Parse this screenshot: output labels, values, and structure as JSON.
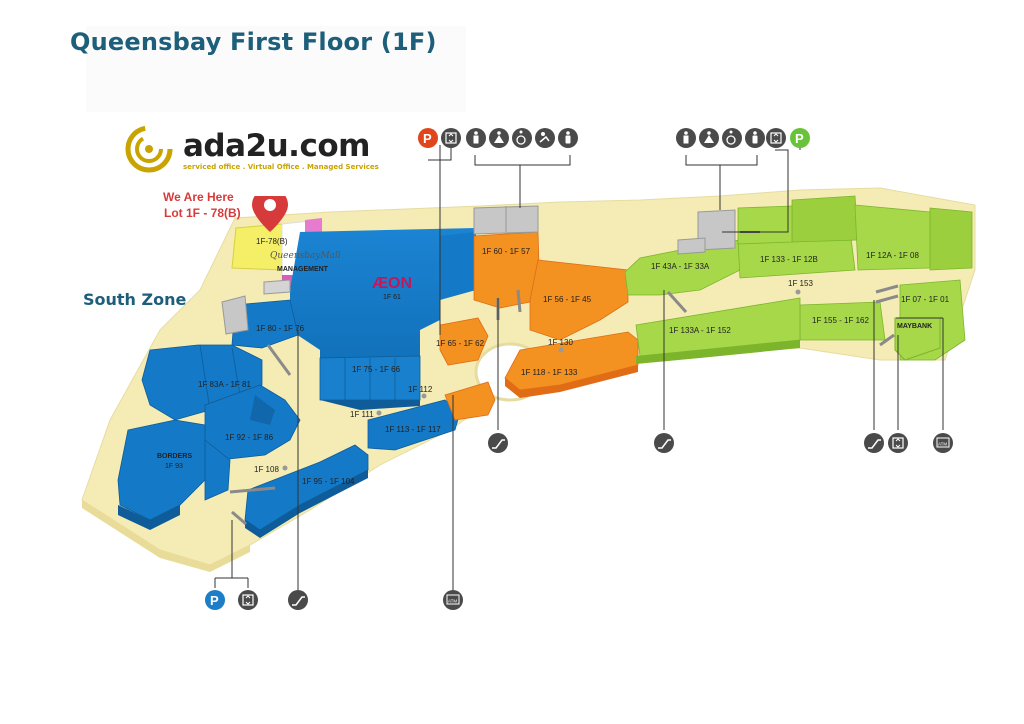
{
  "page": {
    "title": "Queensbay First Floor (1F)",
    "zone_label": "South Zone"
  },
  "brand": {
    "name": "ada2u.com",
    "tagline": "serviced office . Virtual Office . Managed Services",
    "marker_line1": "We Are Here",
    "marker_line2": "Lot 1F - 78(B)",
    "logo_color": "#c9a400"
  },
  "colors": {
    "floor": "#f4ecb4",
    "blue": "#1479c6",
    "blue_dark": "#0e5c99",
    "orange": "#f39121",
    "orange_dark": "#e06c15",
    "green": "#a6d84a",
    "green_dark": "#7cb52c",
    "grey": "#c7c7c7",
    "pink": "#e77bd0",
    "yellow": "#f4ef67",
    "marker": "#d73a3a",
    "icon_dark": "#4a4a4a",
    "parking_blue": "#1d7ec7",
    "parking_red": "#e0451b",
    "parking_green": "#68c23a"
  },
  "labels": {
    "lot_78b": "1F-78(B)",
    "queensbay_script": "QueensbayMall",
    "management": "MANAGEMENT",
    "aeon": "ÆON",
    "aeon_unit": "1F 61",
    "u60_57": "1F 60 - 1F 57",
    "u56_45": "1F 56 - 1F 45",
    "u43a_33a": "1F 43A - 1F 33A",
    "u133_12b": "1F 133 - 1F 12B",
    "u12a_08": "1F 12A - 1F 08",
    "u153": "1F 153",
    "u07_01": "1F 07 - 1F 01",
    "maybank": "MAYBANK",
    "u155_162": "1F 155 - 1F 162",
    "u133a_152": "1F 133A - 1F 152",
    "u130": "1F 130",
    "u118_133": "1F 118 - 1F 133",
    "u65_62": "1F 65 - 1F 62",
    "u112": "1F 112",
    "u75_66": "1F 75 - 1F 66",
    "u111": "1F 111",
    "u113_117": "1F 113 - 1F 117",
    "u80_76": "1F 80 - 1F 76",
    "u83a_81": "1F 83A - 1F 81",
    "u92_86": "1F 92 - 1F 86",
    "borders": "BORDERS",
    "borders_unit": "1F 93",
    "u108": "1F 108",
    "u95_104": "1F 95 - 1F 104",
    "parking_letter": "P",
    "atm": "ATM"
  },
  "legend_icons": {
    "top_center": [
      "parking-red-icon",
      "lift-icon",
      "toilet-male-icon",
      "toilet-female-icon",
      "accessible-toilet-icon",
      "baby-room-icon",
      "prayer-room-icon"
    ],
    "top_right": [
      "toilet-male-icon",
      "toilet-female-icon",
      "accessible-toilet-icon",
      "prayer-room-icon",
      "lift-icon",
      "parking-green-icon"
    ],
    "bottom": [
      "parking-blue-icon",
      "lift-icon",
      "escalator-icon",
      "atm-icon",
      "escalator-icon",
      "escalator-icon",
      "escalator-icon",
      "lift-icon",
      "atm-icon"
    ]
  }
}
